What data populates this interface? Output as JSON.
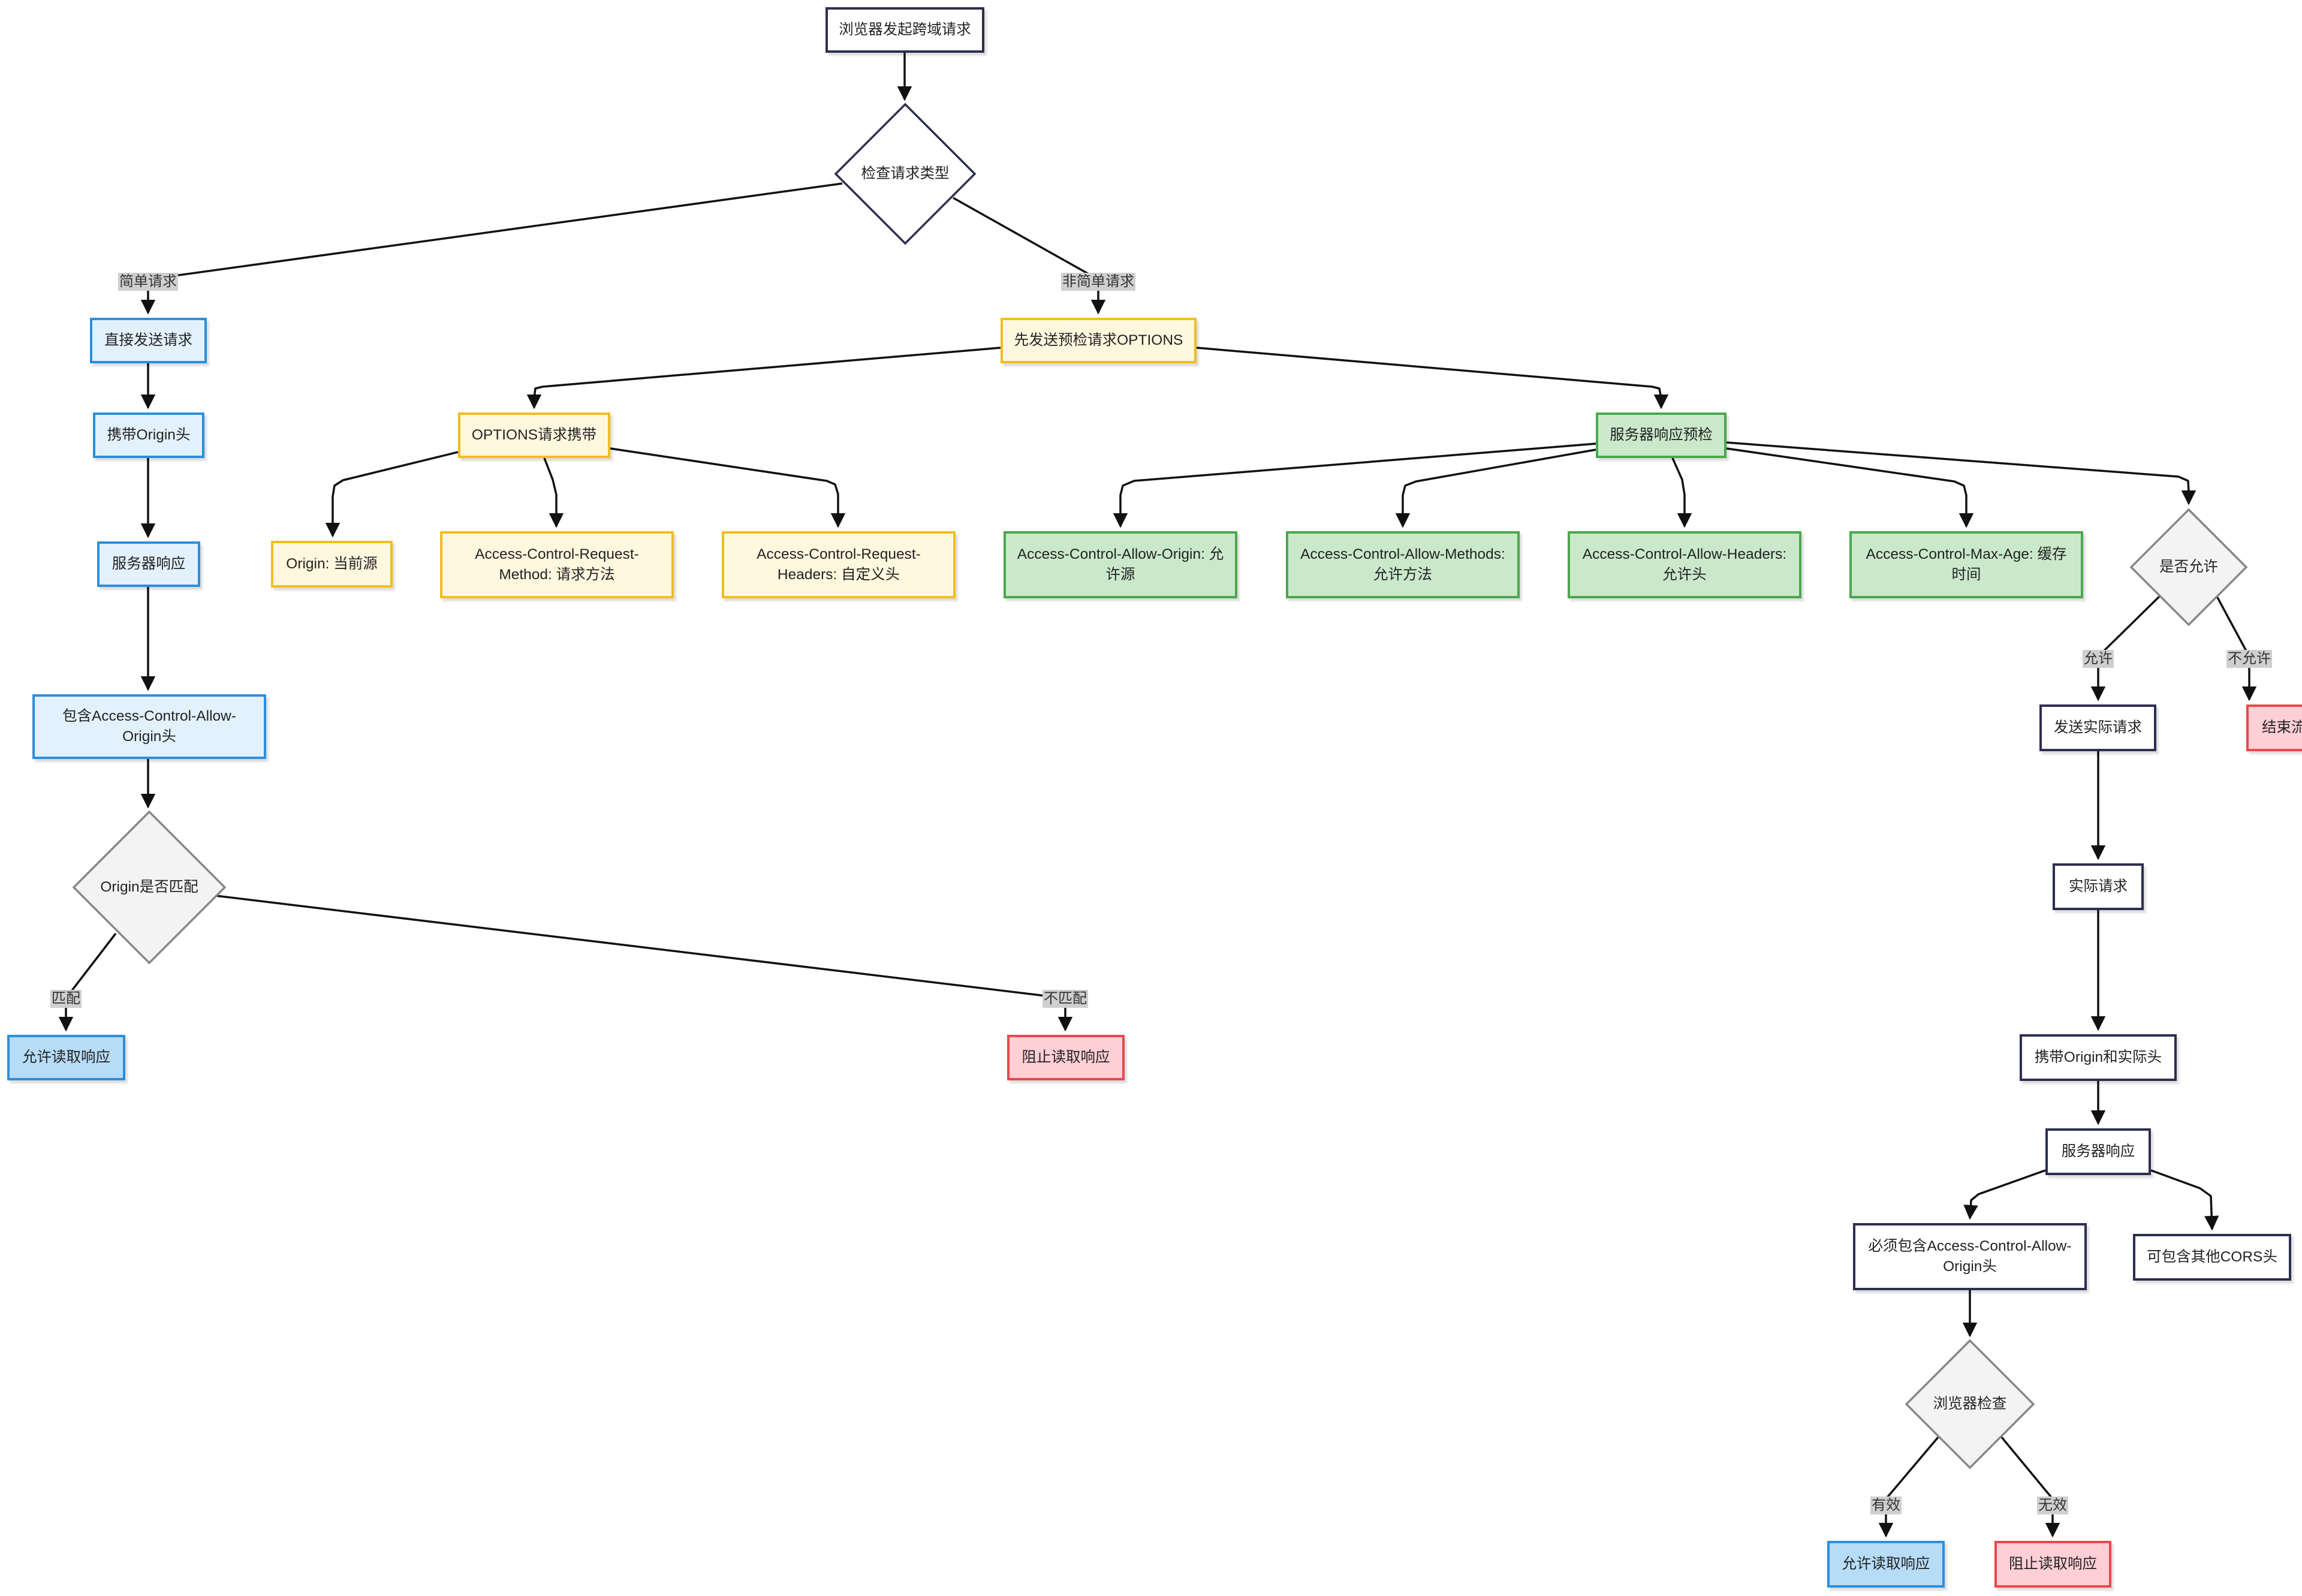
{
  "nodes": [
    {
      "id": "start",
      "text": "浏览器发起跨域请求",
      "style": "dark"
    },
    {
      "id": "check_type",
      "text": "检查请求类型",
      "style": "diamond-white"
    },
    {
      "id": "direct_send",
      "text": "直接发送请求",
      "style": "blue"
    },
    {
      "id": "carry_origin",
      "text": "携带Origin头",
      "style": "blue"
    },
    {
      "id": "server_resp_simple",
      "text": "服务器响应",
      "style": "blue"
    },
    {
      "id": "include_acao",
      "text": "包含Access-Control-Allow-\nOrigin头",
      "style": "blue"
    },
    {
      "id": "origin_match",
      "text": "Origin是否匹配",
      "style": "diamond-gray"
    },
    {
      "id": "allow_read_1",
      "text": "允许读取响应",
      "style": "blue2"
    },
    {
      "id": "block_read_1",
      "text": "阻止读取响应",
      "style": "red"
    },
    {
      "id": "preflight",
      "text": "先发送预检请求OPTIONS",
      "style": "yellow"
    },
    {
      "id": "options_carry",
      "text": "OPTIONS请求携带",
      "style": "yellow"
    },
    {
      "id": "origin_current",
      "text": "Origin: 当前源",
      "style": "yellow"
    },
    {
      "id": "acr_method",
      "text": "Access-Control-Request-\nMethod: 请求方法",
      "style": "yellow"
    },
    {
      "id": "acr_headers",
      "text": "Access-Control-Request-\nHeaders: 自定义头",
      "style": "yellow"
    },
    {
      "id": "server_preflight",
      "text": "服务器响应预检",
      "style": "green"
    },
    {
      "id": "aca_origin",
      "text": "Access-Control-Allow-Origin: 允\n许源",
      "style": "green"
    },
    {
      "id": "aca_methods",
      "text": "Access-Control-Allow-Methods:\n允许方法",
      "style": "green"
    },
    {
      "id": "aca_headers",
      "text": "Access-Control-Allow-Headers:\n允许头",
      "style": "green"
    },
    {
      "id": "acm_age",
      "text": "Access-Control-Max-Age: 缓存\n时间",
      "style": "green"
    },
    {
      "id": "is_allowed",
      "text": "是否允许",
      "style": "diamond-gray"
    },
    {
      "id": "send_actual",
      "text": "发送实际请求",
      "style": "dark"
    },
    {
      "id": "end_flow",
      "text": "结束流程",
      "style": "red"
    },
    {
      "id": "actual_request",
      "text": "实际请求",
      "style": "dark"
    },
    {
      "id": "carry_origin_actual",
      "text": "携带Origin和实际头",
      "style": "dark"
    },
    {
      "id": "server_resp_actual",
      "text": "服务器响应",
      "style": "dark"
    },
    {
      "id": "must_include_acao",
      "text": "必须包含Access-Control-Allow-\nOrigin头",
      "style": "dark"
    },
    {
      "id": "may_include_cors",
      "text": "可包含其他CORS头",
      "style": "dark"
    },
    {
      "id": "browser_check",
      "text": "浏览器检查",
      "style": "diamond-gray"
    },
    {
      "id": "allow_read_2",
      "text": "允许读取响应",
      "style": "blue2"
    },
    {
      "id": "block_read_2",
      "text": "阻止读取响应",
      "style": "red"
    }
  ],
  "edges": [
    {
      "from": "start",
      "to": "check_type"
    },
    {
      "from": "check_type",
      "to": "direct_send",
      "label": "简单请求"
    },
    {
      "from": "check_type",
      "to": "preflight",
      "label": "非简单请求"
    },
    {
      "from": "direct_send",
      "to": "carry_origin"
    },
    {
      "from": "carry_origin",
      "to": "server_resp_simple"
    },
    {
      "from": "server_resp_simple",
      "to": "include_acao"
    },
    {
      "from": "include_acao",
      "to": "origin_match"
    },
    {
      "from": "origin_match",
      "to": "allow_read_1",
      "label": "匹配"
    },
    {
      "from": "origin_match",
      "to": "block_read_1",
      "label": "不匹配"
    },
    {
      "from": "preflight",
      "to": "options_carry"
    },
    {
      "from": "preflight",
      "to": "server_preflight"
    },
    {
      "from": "options_carry",
      "to": "origin_current"
    },
    {
      "from": "options_carry",
      "to": "acr_method"
    },
    {
      "from": "options_carry",
      "to": "acr_headers"
    },
    {
      "from": "server_preflight",
      "to": "aca_origin"
    },
    {
      "from": "server_preflight",
      "to": "aca_methods"
    },
    {
      "from": "server_preflight",
      "to": "aca_headers"
    },
    {
      "from": "server_preflight",
      "to": "acm_age"
    },
    {
      "from": "server_preflight",
      "to": "is_allowed"
    },
    {
      "from": "is_allowed",
      "to": "send_actual",
      "label": "允许"
    },
    {
      "from": "is_allowed",
      "to": "end_flow",
      "label": "不允许"
    },
    {
      "from": "send_actual",
      "to": "actual_request"
    },
    {
      "from": "actual_request",
      "to": "carry_origin_actual"
    },
    {
      "from": "carry_origin_actual",
      "to": "server_resp_actual"
    },
    {
      "from": "server_resp_actual",
      "to": "must_include_acao"
    },
    {
      "from": "server_resp_actual",
      "to": "may_include_cors"
    },
    {
      "from": "must_include_acao",
      "to": "browser_check"
    },
    {
      "from": "browser_check",
      "to": "allow_read_2",
      "label": "有效"
    },
    {
      "from": "browser_check",
      "to": "block_read_2",
      "label": "无效"
    }
  ]
}
